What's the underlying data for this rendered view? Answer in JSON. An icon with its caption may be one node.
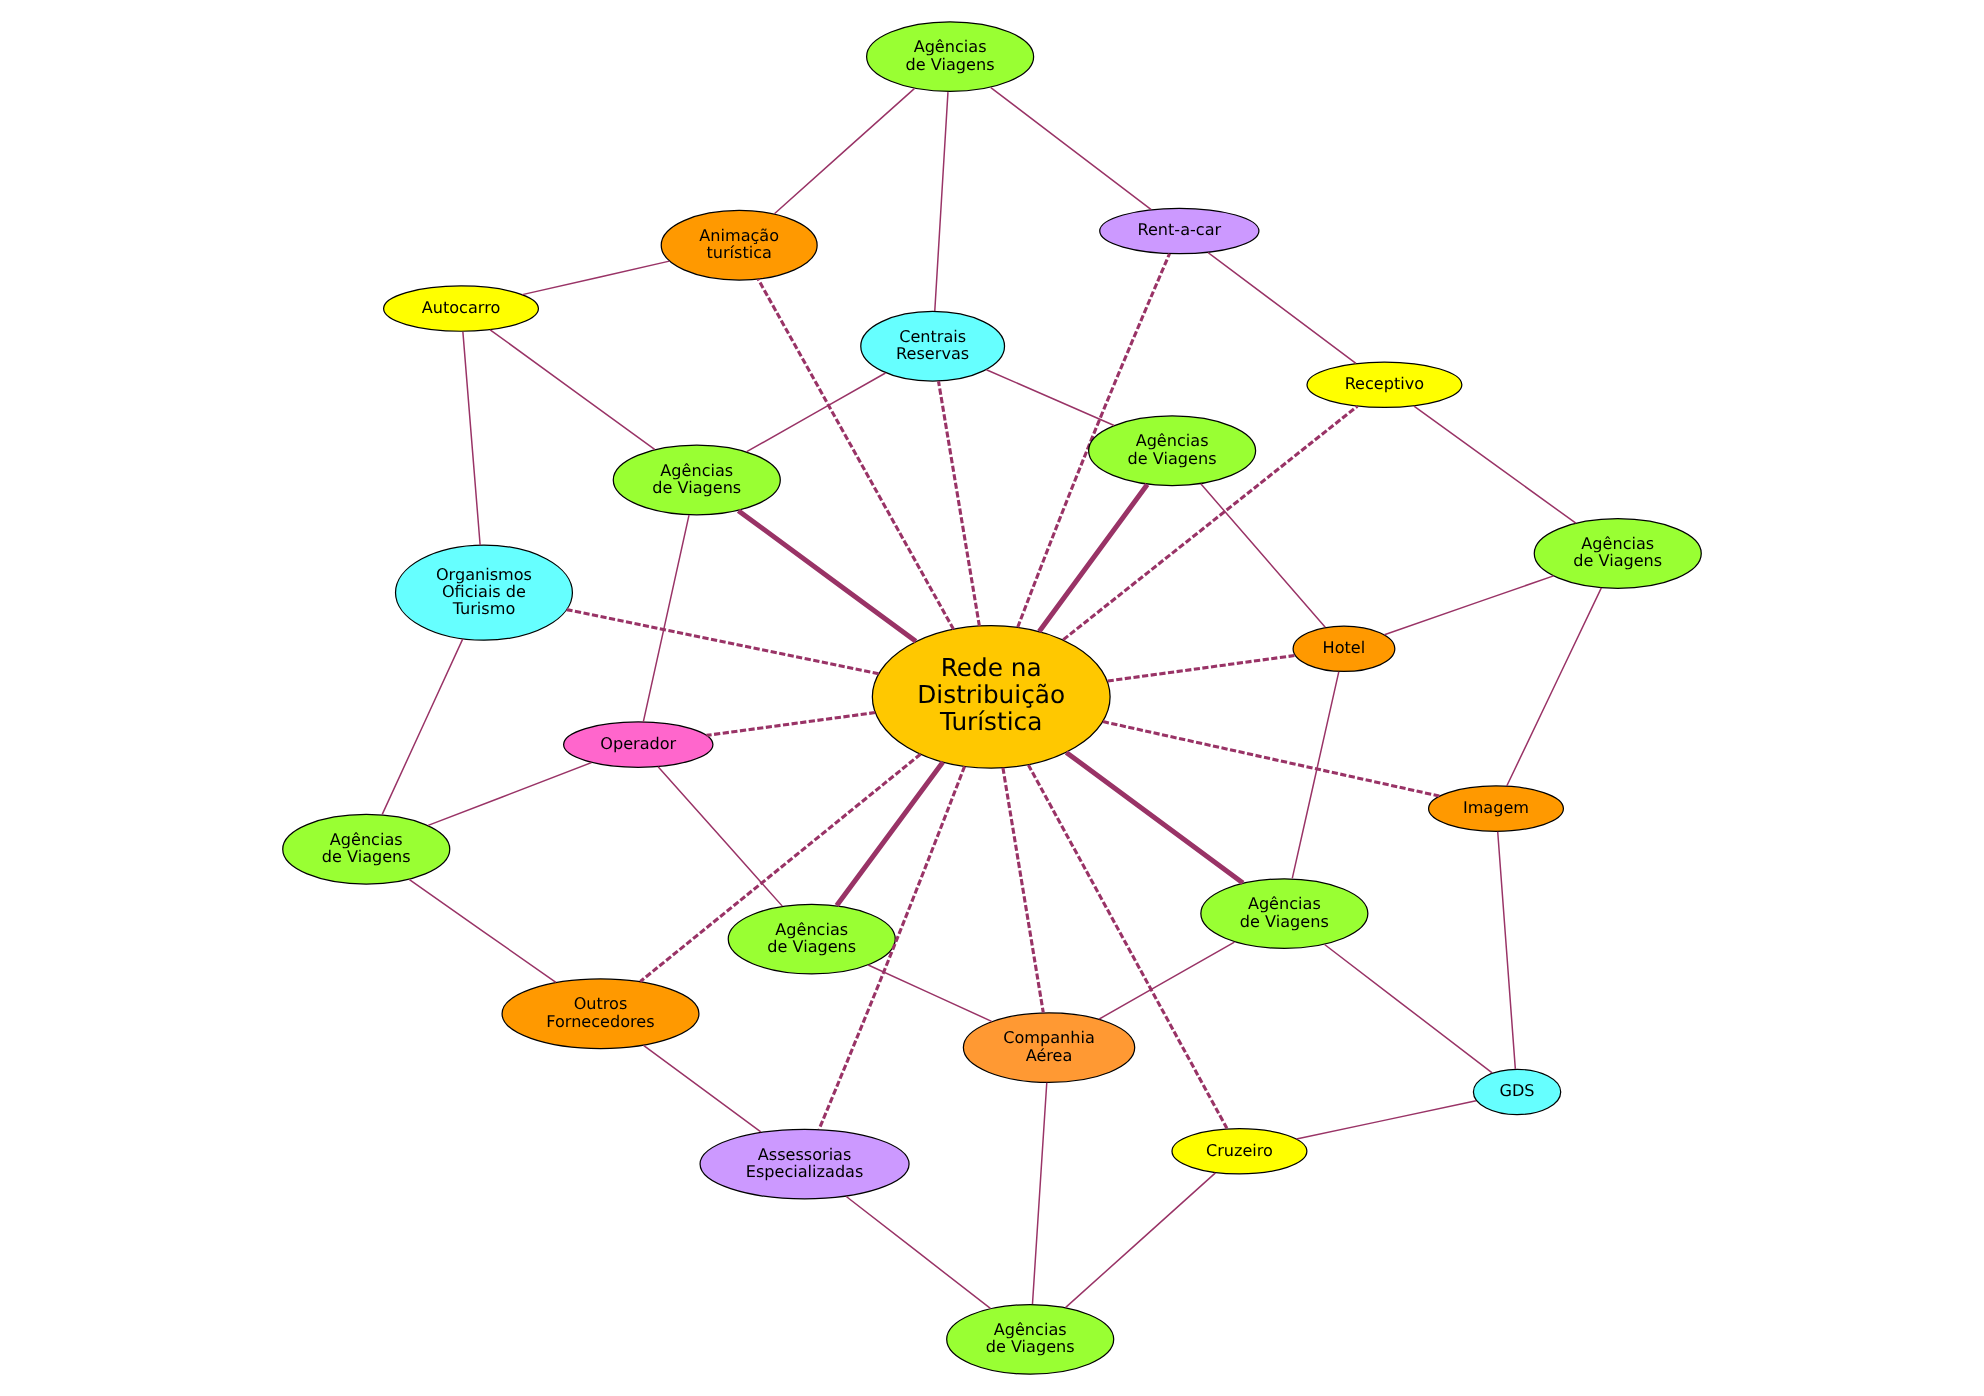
{
  "diagram": {
    "nodes": [
      {
        "text": [
          "Rede na Distribuição Turística"
        ]
      },
      {
        "text": [
          "Receptivo"
        ]
      },
      {
        "text": [
          "Rent-a-car"
        ]
      },
      {
        "text": [
          "Agências de Viagens"
        ]
      },
      {
        "text": [
          "Agências de Viagens"
        ]
      },
      {
        "text": [
          "Agências de Viagens"
        ]
      },
      {
        "text": [
          "Imagem"
        ]
      },
      {
        "text": [
          "Hotel"
        ]
      },
      {
        "text": [
          "Centrais Reservas"
        ]
      },
      {
        "text": [
          "Animação turística"
        ]
      },
      {
        "text": [
          "GDS"
        ]
      },
      {
        "text": [
          "Agências de Viagens"
        ]
      },
      {
        "text": [
          "Agências de Viagens"
        ]
      },
      {
        "text": [
          "Autocarro"
        ]
      },
      {
        "text": [
          "Cruzeiro"
        ]
      },
      {
        "text": [
          "Companhia Aérea"
        ]
      },
      {
        "text": [
          "Operador"
        ]
      },
      {
        "text": [
          "Organismos Oficiais de Turismo"
        ]
      },
      {
        "text": [
          "Agências de Viagens"
        ]
      },
      {
        "text": [
          "Agências de Viagens"
        ]
      },
      {
        "text": [
          "Agências de Viagens"
        ]
      },
      {
        "text": [
          "Assessorias Especializadas"
        ]
      },
      {
        "text": [
          "Outros Fornecedores"
        ]
      }
    ],
    "edges": [
      {
        "from": 0,
        "to": 5,
        "arrow": "none",
        "style": "thick"
      },
      {
        "from": 0,
        "to": 11,
        "arrow": "none",
        "style": "thick"
      },
      {
        "from": 0,
        "to": 12,
        "arrow": "none",
        "style": "thick"
      },
      {
        "from": 0,
        "to": 18,
        "arrow": "none",
        "style": "thick"
      },
      {
        "from": 0,
        "to": 1,
        "arrow": "none",
        "style": "dashed"
      },
      {
        "from": 0,
        "to": 2,
        "arrow": "none",
        "style": "dashed"
      },
      {
        "from": 0,
        "to": 7,
        "arrow": "none",
        "style": "dashed"
      },
      {
        "from": 0,
        "to": 8,
        "arrow": "none",
        "style": "dashed"
      },
      {
        "from": 0,
        "to": 9,
        "arrow": "none",
        "style": "dashed"
      },
      {
        "from": 0,
        "to": 14,
        "arrow": "none",
        "style": "dashed"
      },
      {
        "from": 0,
        "to": 15,
        "arrow": "none",
        "style": "dashed"
      },
      {
        "from": 0,
        "to": 16,
        "arrow": "none",
        "style": "dashed"
      },
      {
        "from": 0,
        "to": 6,
        "arrow": "none",
        "style": "dashed"
      },
      {
        "from": 0,
        "to": 17,
        "arrow": "none",
        "style": "dashed"
      },
      {
        "from": 0,
        "to": 21,
        "arrow": "none",
        "style": "dashed"
      },
      {
        "from": 0,
        "to": 22,
        "arrow": "none",
        "style": "dashed"
      },
      {
        "from": 1,
        "to": 2,
        "arrow": "none"
      },
      {
        "from": 1,
        "to": 3,
        "arrow": "none"
      },
      {
        "from": 2,
        "to": 4,
        "arrow": "none"
      },
      {
        "from": 3,
        "to": 6,
        "arrow": "none"
      },
      {
        "from": 4,
        "to": 9,
        "arrow": "none"
      },
      {
        "from": 9,
        "to": 13,
        "arrow": "none"
      },
      {
        "from": 6,
        "to": 10,
        "arrow": "none"
      },
      {
        "from": 10,
        "to": 14,
        "arrow": "none"
      },
      {
        "from": 13,
        "to": 17,
        "arrow": "none"
      },
      {
        "from": 14,
        "to": 19,
        "arrow": "none"
      },
      {
        "from": 19,
        "to": 21,
        "arrow": "none"
      },
      {
        "from": 21,
        "to": 22,
        "arrow": "none"
      },
      {
        "from": 22,
        "to": 20,
        "arrow": "none"
      },
      {
        "from": 20,
        "to": 17,
        "arrow": "none"
      },
      {
        "from": 3,
        "to": 7,
        "arrow": "none"
      },
      {
        "from": 7,
        "to": 5,
        "arrow": "none"
      },
      {
        "from": 5,
        "to": 8,
        "arrow": "none"
      },
      {
        "from": 4,
        "to": 8,
        "arrow": "none"
      },
      {
        "from": 8,
        "to": 12,
        "arrow": "none"
      },
      {
        "from": 12,
        "to": 13,
        "arrow": "none"
      },
      {
        "from": 12,
        "to": 16,
        "arrow": "none"
      },
      {
        "from": 16,
        "to": 20,
        "arrow": "none"
      },
      {
        "from": 18,
        "to": 16,
        "arrow": "none"
      },
      {
        "from": 15,
        "to": 18,
        "arrow": "none"
      },
      {
        "from": 11,
        "to": 15,
        "arrow": "none"
      },
      {
        "from": 7,
        "to": 11,
        "arrow": "none"
      },
      {
        "from": 10,
        "to": 11,
        "arrow": "none"
      },
      {
        "from": 15,
        "to": 19,
        "arrow": "none"
      }
    ]
  }
}
